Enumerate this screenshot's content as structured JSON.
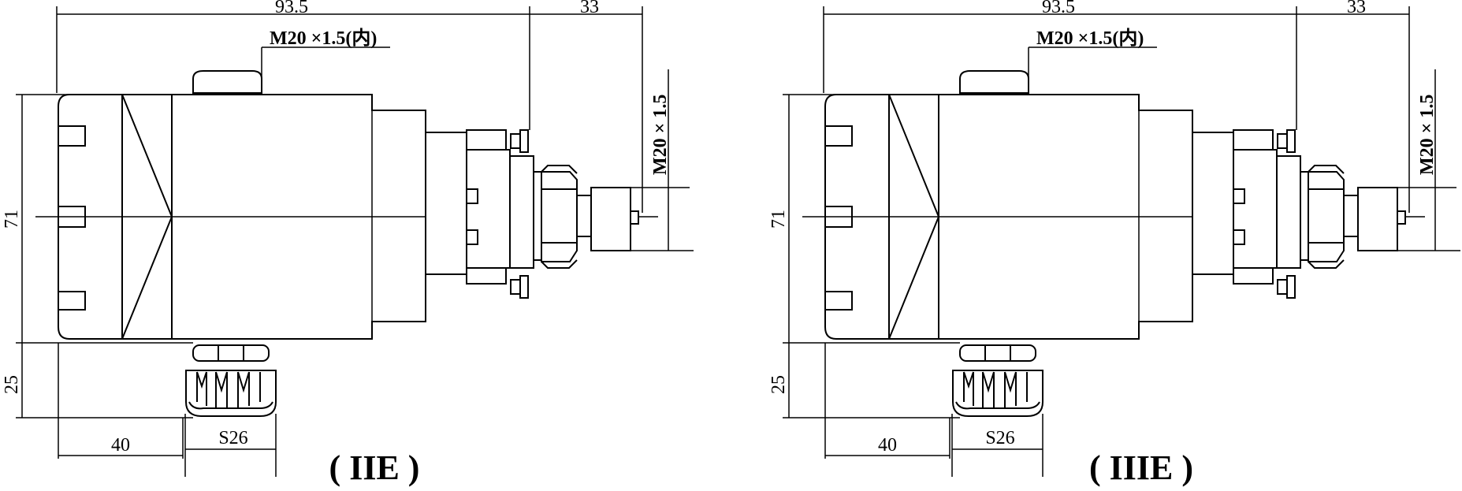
{
  "drawings": [
    {
      "caption": "( IIE )",
      "dims": {
        "width_overall": "93.5",
        "width_right": "33",
        "thread_top": "M20 ×1.5(内)",
        "thread_right": "M20 × 1.5",
        "height_main": "71",
        "height_lower": "25",
        "offset_bottom": "40",
        "nut_size": "S26"
      }
    },
    {
      "caption": "( IIIE )",
      "dims": {
        "width_overall": "93.5",
        "width_right": "33",
        "thread_top": "M20 ×1.5(内)",
        "thread_right": "M20 × 1.5",
        "height_main": "71",
        "height_lower": "25",
        "offset_bottom": "40",
        "nut_size": "S26"
      }
    }
  ]
}
